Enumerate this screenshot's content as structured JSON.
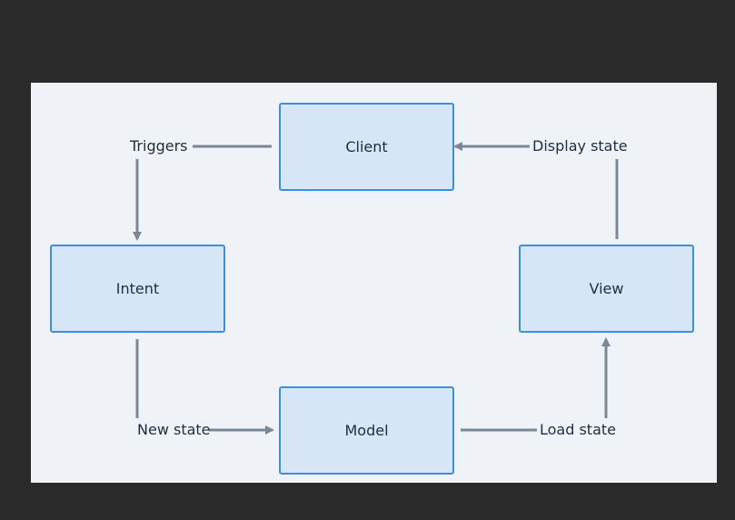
{
  "diagram": {
    "nodes": {
      "client": "Client",
      "intent": "Intent",
      "view": "View",
      "model": "Model"
    },
    "edges": {
      "triggers": "Triggers",
      "display_state": "Display state",
      "new_state": "New state",
      "load_state": "Load state"
    },
    "colors": {
      "background": "#2b2b2b",
      "canvas": "#eff3f7",
      "node_fill": "#d6e6f6",
      "node_border": "#3d8fde",
      "connector": "#7b8794"
    }
  }
}
